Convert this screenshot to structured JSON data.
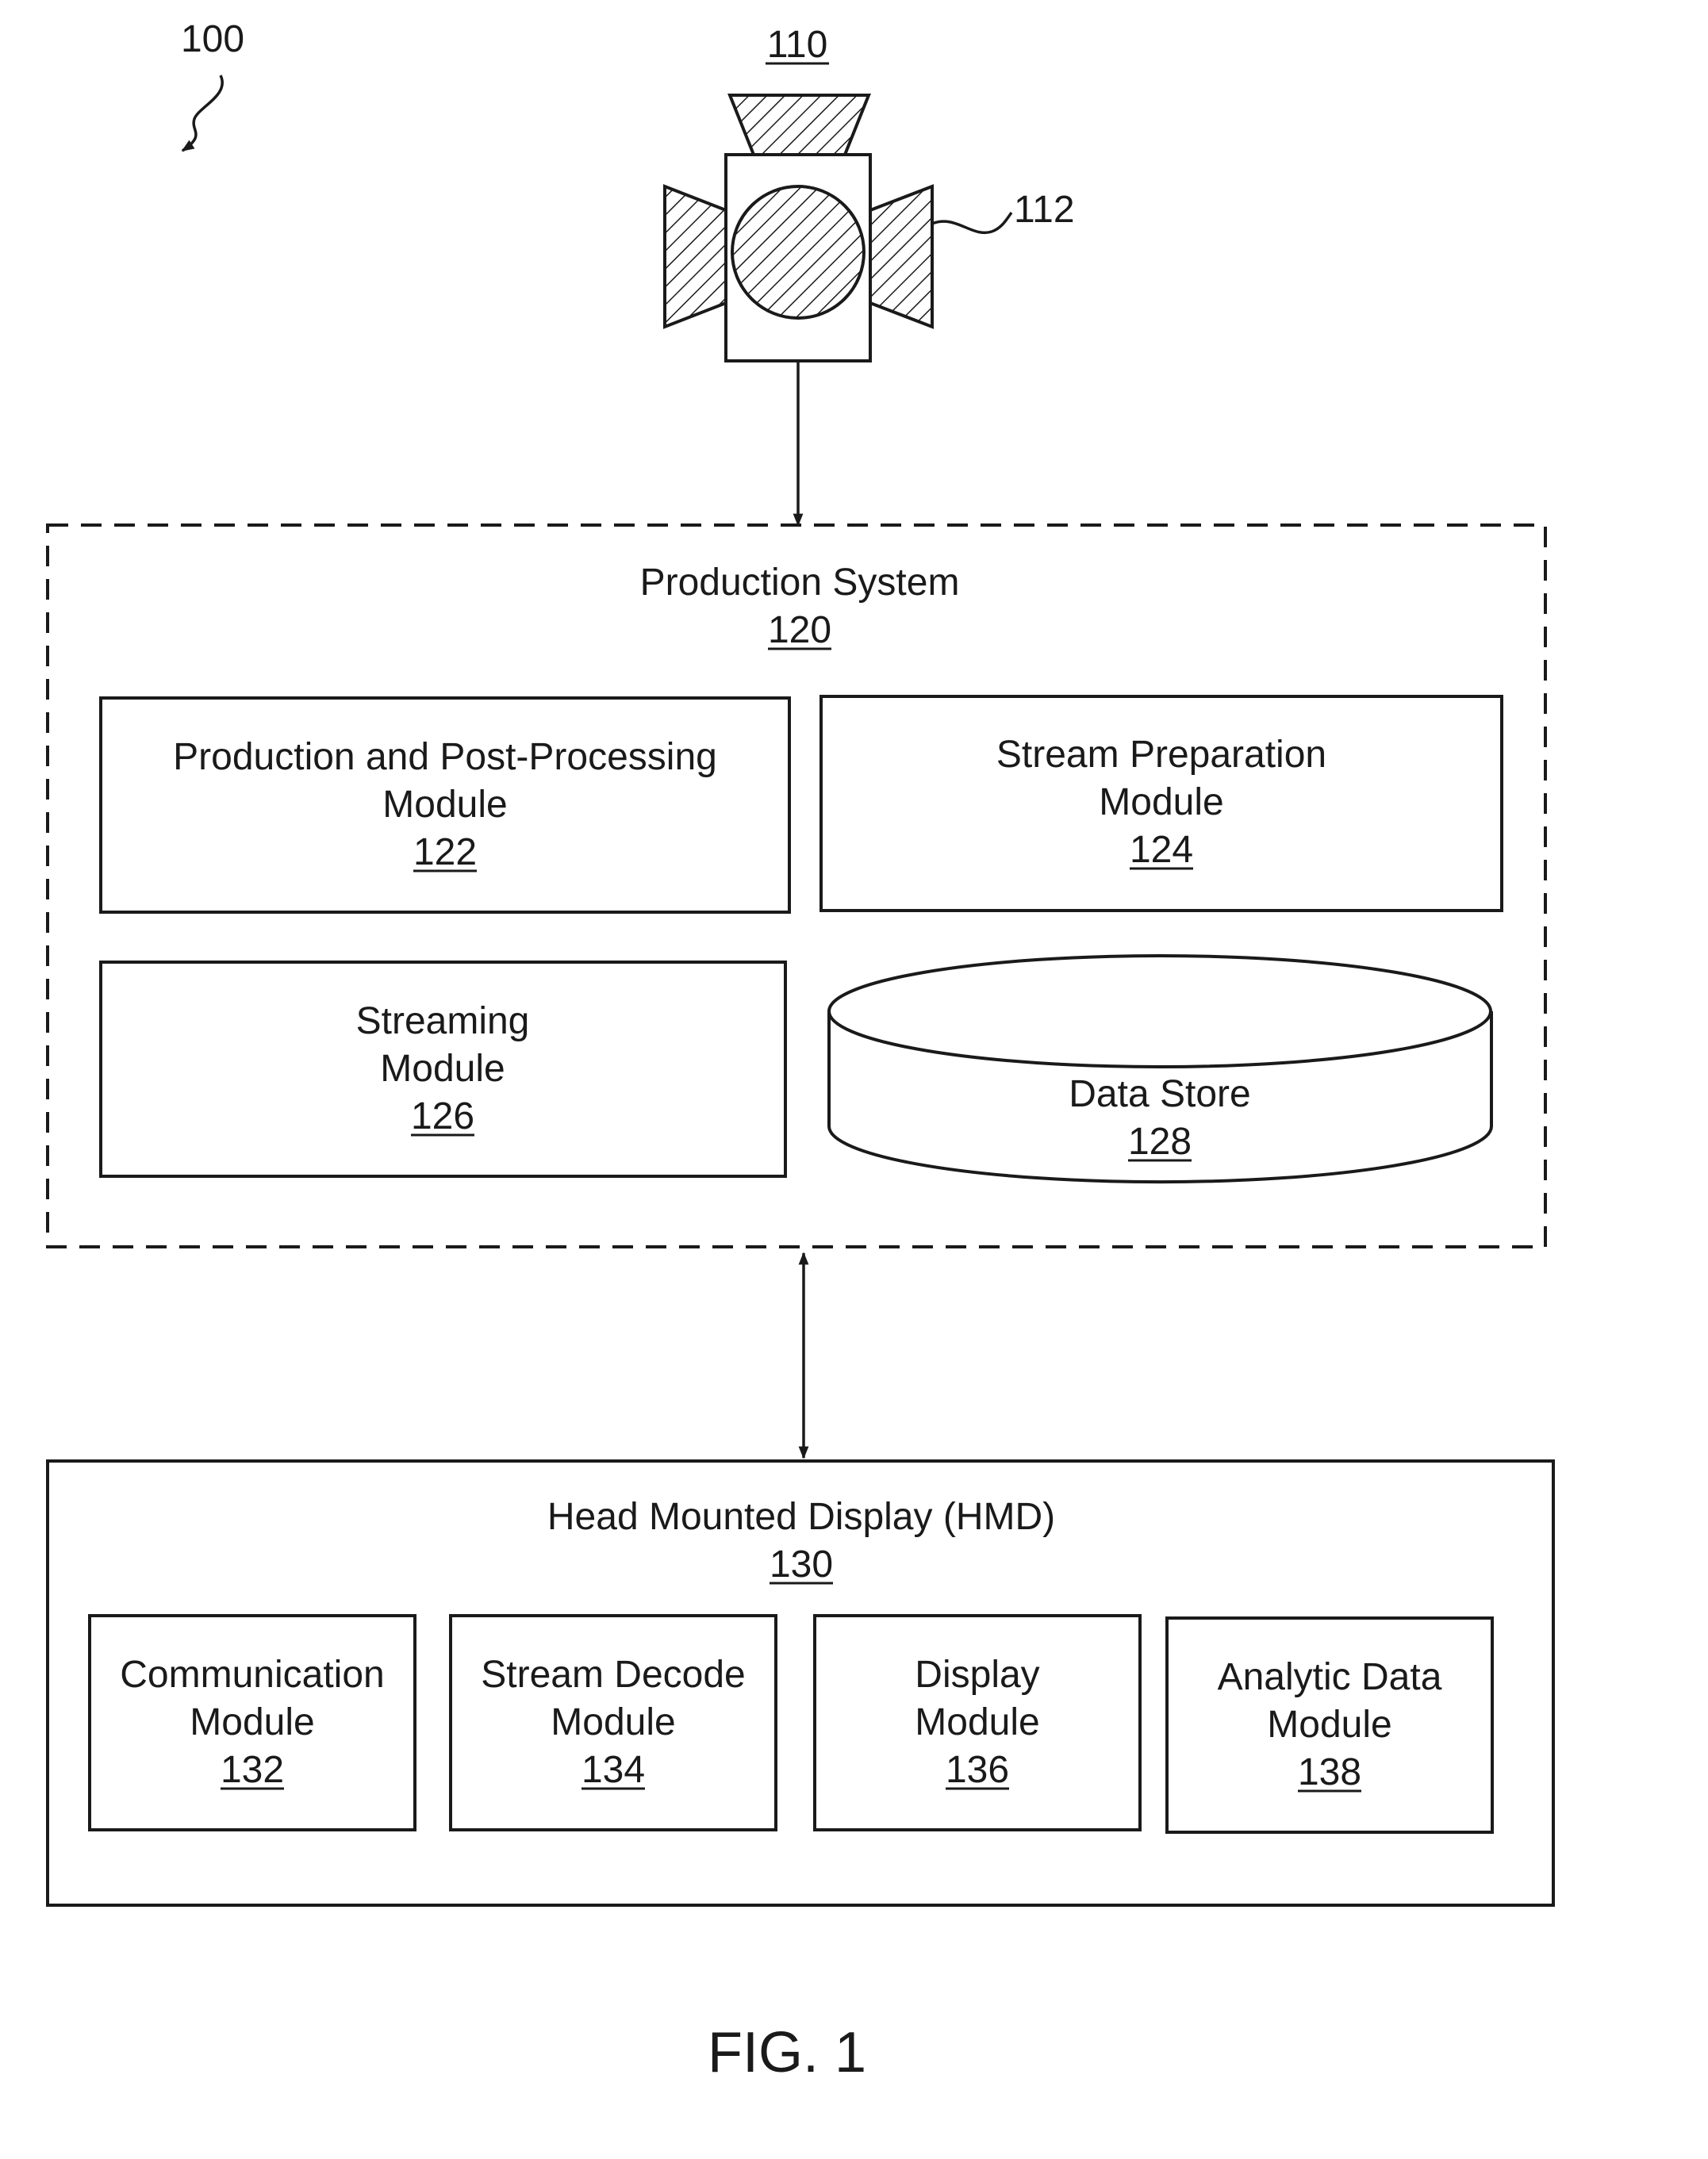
{
  "figure_ref": "100",
  "camera": {
    "ref": "110",
    "lens_ref": "112"
  },
  "production_system": {
    "title": "Production System",
    "ref": "120",
    "modules": [
      {
        "line1": "Production and Post-Processing",
        "line2": "Module",
        "ref": "122"
      },
      {
        "line1": "Stream Preparation",
        "line2": "Module",
        "ref": "124"
      },
      {
        "line1": "Streaming",
        "line2": "Module",
        "ref": "126"
      }
    ],
    "data_store": {
      "label": "Data Store",
      "ref": "128"
    }
  },
  "hmd": {
    "title": "Head Mounted Display (HMD)",
    "ref": "130",
    "modules": [
      {
        "line1": "Communication",
        "line2": "Module",
        "ref": "132"
      },
      {
        "line1": "Stream Decode",
        "line2": "Module",
        "ref": "134"
      },
      {
        "line1": "Display",
        "line2": "Module",
        "ref": "136"
      },
      {
        "line1": "Analytic Data",
        "line2": "Module",
        "ref": "138"
      }
    ]
  },
  "caption": "FIG. 1"
}
